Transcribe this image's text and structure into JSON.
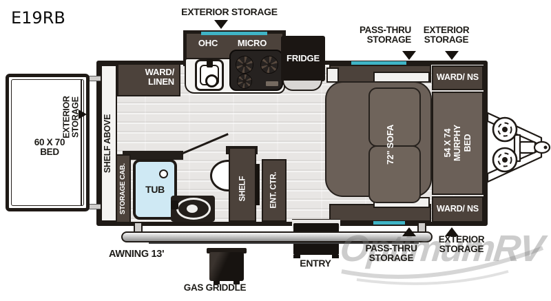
{
  "model": "E19RB",
  "watermark": "OptimumRV",
  "callouts": {
    "exterior_storage_top": "EXTERIOR STORAGE",
    "pass_thru_top": "PASS-THRU STORAGE",
    "exterior_storage_top_right": "EXTERIOR STORAGE",
    "exterior_storage_left": "EXTERIOR STORAGE",
    "pass_thru_bottom": "PASS-THRU STORAGE",
    "exterior_storage_bottom": "EXTERIOR STORAGE",
    "awning": "AWNING 13'",
    "gas_griddle": "GAS GRIDDLE",
    "entry": "ENTRY"
  },
  "interior": {
    "ward_linen": "WARD/ LINEN",
    "ohc": "OHC",
    "micro": "MICRO",
    "fridge": "FRIDGE",
    "shelf_above": "SHELF ABOVE",
    "storage_cab": "STORAGE CAB.",
    "bed": "60 X 70 BED",
    "tub": "TUB",
    "shelf": "SHELF",
    "ent_ctr": "ENT. CTR.",
    "sofa": "72\" SOFA",
    "murphy_bed": "54 X 74 MURPHY BED",
    "ward_ns_top": "WARD/ NS",
    "ward_ns_bottom": "WARD/ NS"
  },
  "colors": {
    "wall": "#1f1a16",
    "cabinet_brown": "#4c423b",
    "furniture_brown": "#6b6058",
    "window_teal": "#3fb4c6",
    "tub_blue": "#cfe9f4",
    "floor_gray": "#e8e6e4",
    "watermark_gray": "#bdbdbd",
    "label_black": "#1d1b17"
  }
}
